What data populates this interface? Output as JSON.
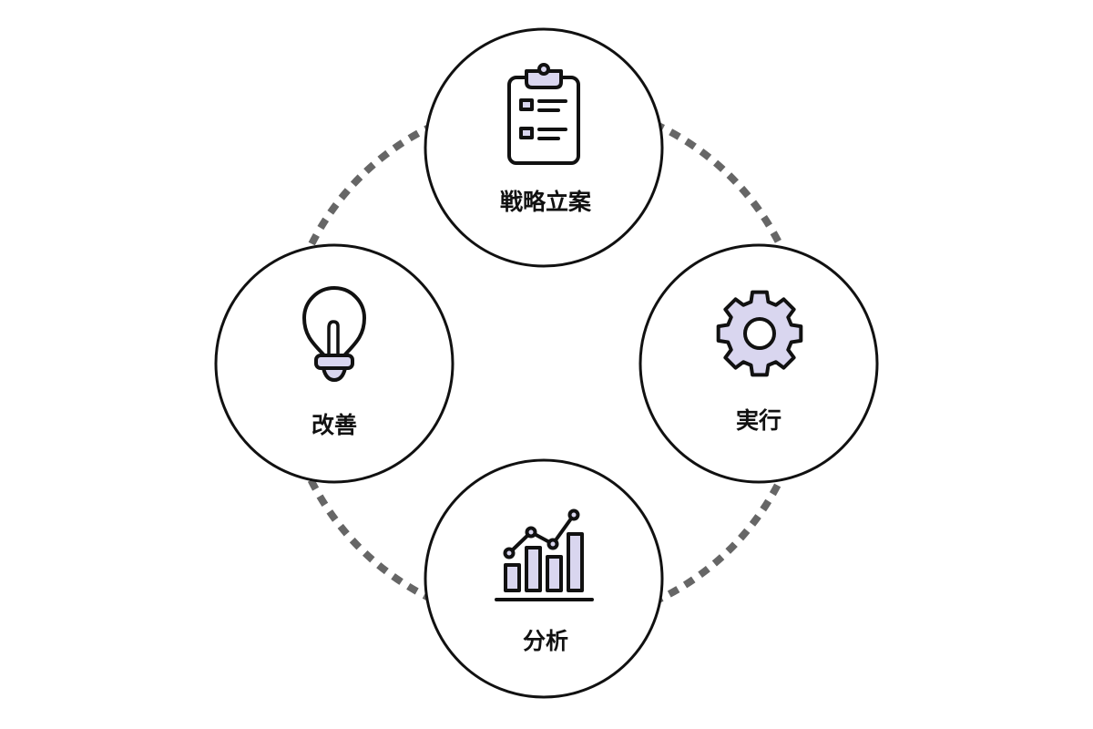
{
  "cycle": {
    "nodes": [
      {
        "id": "planning",
        "label": "戦略立案",
        "icon": "clipboard-icon"
      },
      {
        "id": "execution",
        "label": "実行",
        "icon": "gear-icon"
      },
      {
        "id": "analysis",
        "label": "分析",
        "icon": "bar-chart-icon"
      },
      {
        "id": "improvement",
        "label": "改善",
        "icon": "lightbulb-icon"
      }
    ]
  },
  "colors": {
    "stroke": "#111111",
    "icon_fill": "#d9d6ef",
    "connector": "#666666",
    "background": "#ffffff"
  }
}
